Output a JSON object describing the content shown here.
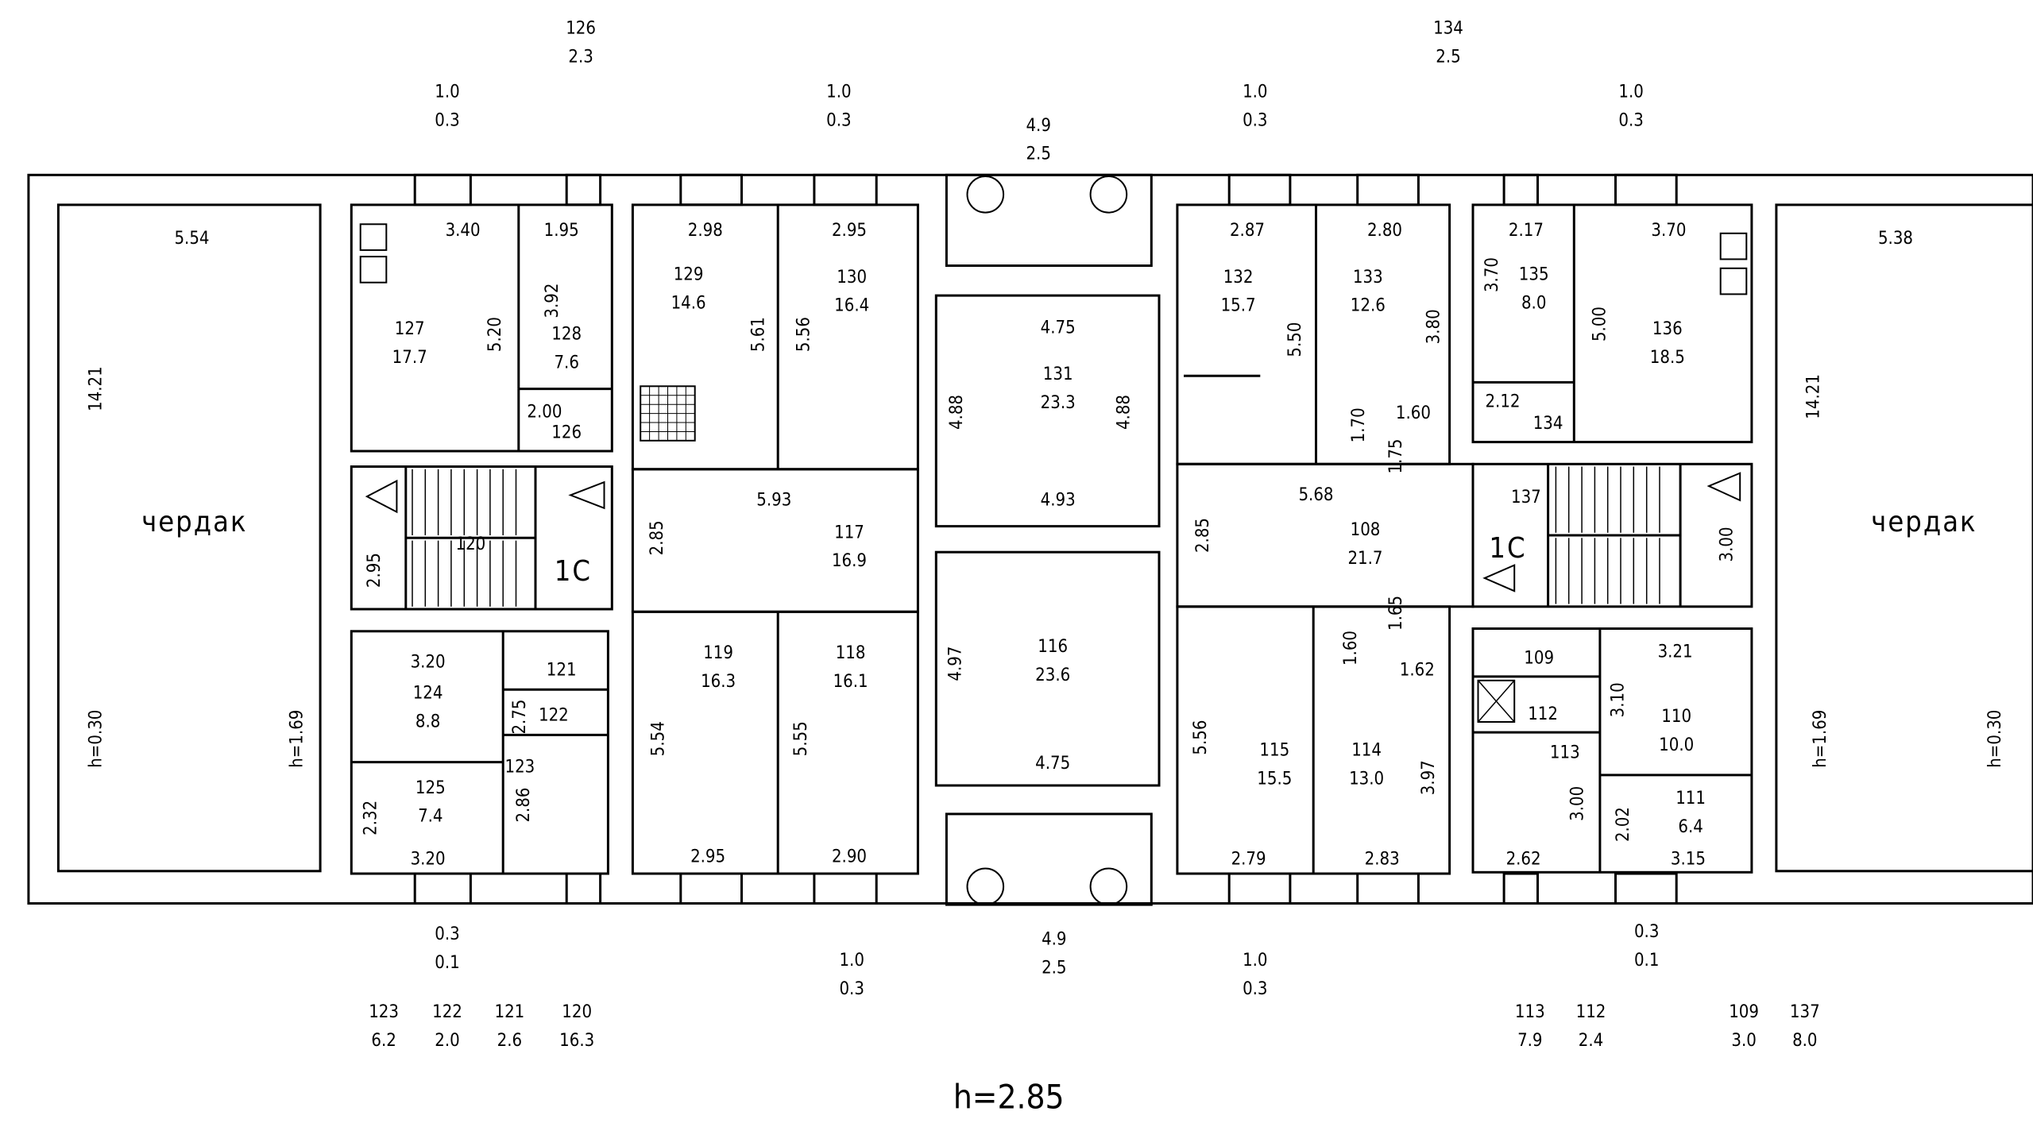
{
  "rooms": [
    {
      "id": "127",
      "num": "127",
      "area": "17.7"
    },
    {
      "id": "128",
      "num": "128",
      "area": "7.6"
    },
    {
      "id": "129",
      "num": "129",
      "area": "14.6"
    },
    {
      "id": "130",
      "num": "130",
      "area": "16.4"
    },
    {
      "id": "131",
      "num": "131",
      "area": "23.3"
    },
    {
      "id": "132",
      "num": "132",
      "area": "15.7"
    },
    {
      "id": "133",
      "num": "133",
      "area": "12.6"
    },
    {
      "id": "135",
      "num": "135",
      "area": "8.0"
    },
    {
      "id": "136",
      "num": "136",
      "area": "18.5"
    },
    {
      "id": "117",
      "num": "117",
      "area": "16.9"
    },
    {
      "id": "108",
      "num": "108",
      "area": "21.7"
    },
    {
      "id": "124",
      "num": "124",
      "area": "8.8"
    },
    {
      "id": "125",
      "num": "125",
      "area": "7.4"
    },
    {
      "id": "119",
      "num": "119",
      "area": "16.3"
    },
    {
      "id": "118",
      "num": "118",
      "area": "16.1"
    },
    {
      "id": "116",
      "num": "116",
      "area": "23.6"
    },
    {
      "id": "115",
      "num": "115",
      "area": "15.5"
    },
    {
      "id": "114",
      "num": "114",
      "area": "13.0"
    },
    {
      "id": "110",
      "num": "110",
      "area": "10.0"
    },
    {
      "id": "111",
      "num": "111",
      "area": "6.4"
    }
  ],
  "external_fractions": [
    {
      "num": "126",
      "den": "2.3"
    },
    {
      "num": "134",
      "den": "2.5"
    },
    {
      "num": "1.0",
      "den": "0.3"
    },
    {
      "num": "1.0",
      "den": "0.3"
    },
    {
      "num": "4.9",
      "den": "2.5"
    },
    {
      "num": "1.0",
      "den": "0.3"
    },
    {
      "num": "1.0",
      "den": "0.3"
    },
    {
      "num": "0.3",
      "den": "0.1"
    },
    {
      "num": "1.0",
      "den": "0.3"
    },
    {
      "num": "4.9",
      "den": "2.5"
    },
    {
      "num": "1.0",
      "den": "0.3"
    },
    {
      "num": "0.3",
      "den": "0.1"
    }
  ],
  "legend": [
    {
      "num": "123",
      "den": "6.2"
    },
    {
      "num": "122",
      "den": "2.0"
    },
    {
      "num": "121",
      "den": "2.6"
    },
    {
      "num": "120",
      "den": "16.3"
    },
    {
      "num": "113",
      "den": "7.9"
    },
    {
      "num": "112",
      "den": "2.4"
    },
    {
      "num": "109",
      "den": "3.0"
    },
    {
      "num": "137",
      "den": "8.0"
    }
  ],
  "room_numbers": [
    "126",
    "120",
    "134",
    "137",
    "121",
    "122",
    "123",
    "109",
    "112",
    "113"
  ],
  "dimensions": [
    "5.54",
    "14.21",
    "h=0.30",
    "h=1.69",
    "3.40",
    "5.20",
    "1.95",
    "3.92",
    "2.00",
    "2.98",
    "5.61",
    "2.95",
    "5.56",
    "4.75",
    "4.88",
    "4.88",
    "2.87",
    "5.50",
    "2.80",
    "3.80",
    "1.70",
    "1.60",
    "2.17",
    "3.70",
    "3.70",
    "5.00",
    "2.12",
    "5.38",
    "14.21",
    "h=1.69",
    "h=0.30",
    "2.95",
    "5.93",
    "2.85",
    "4.93",
    "2.85",
    "5.68",
    "1.75",
    "3.00",
    "3.20",
    "2.75",
    "2.32",
    "2.86",
    "3.20",
    "5.54",
    "2.95",
    "5.55",
    "2.90",
    "4.97",
    "4.75",
    "5.56",
    "2.79",
    "1.60",
    "1.65",
    "1.62",
    "3.97",
    "2.83",
    "3.21",
    "3.10",
    "3.00",
    "2.62",
    "2.02",
    "3.15"
  ],
  "labels": {
    "attic_left": "чердак",
    "attic_right": "чердак",
    "stair_left": "1С",
    "stair_right": "1С"
  },
  "footer": {
    "height_note": "h=2.85"
  }
}
